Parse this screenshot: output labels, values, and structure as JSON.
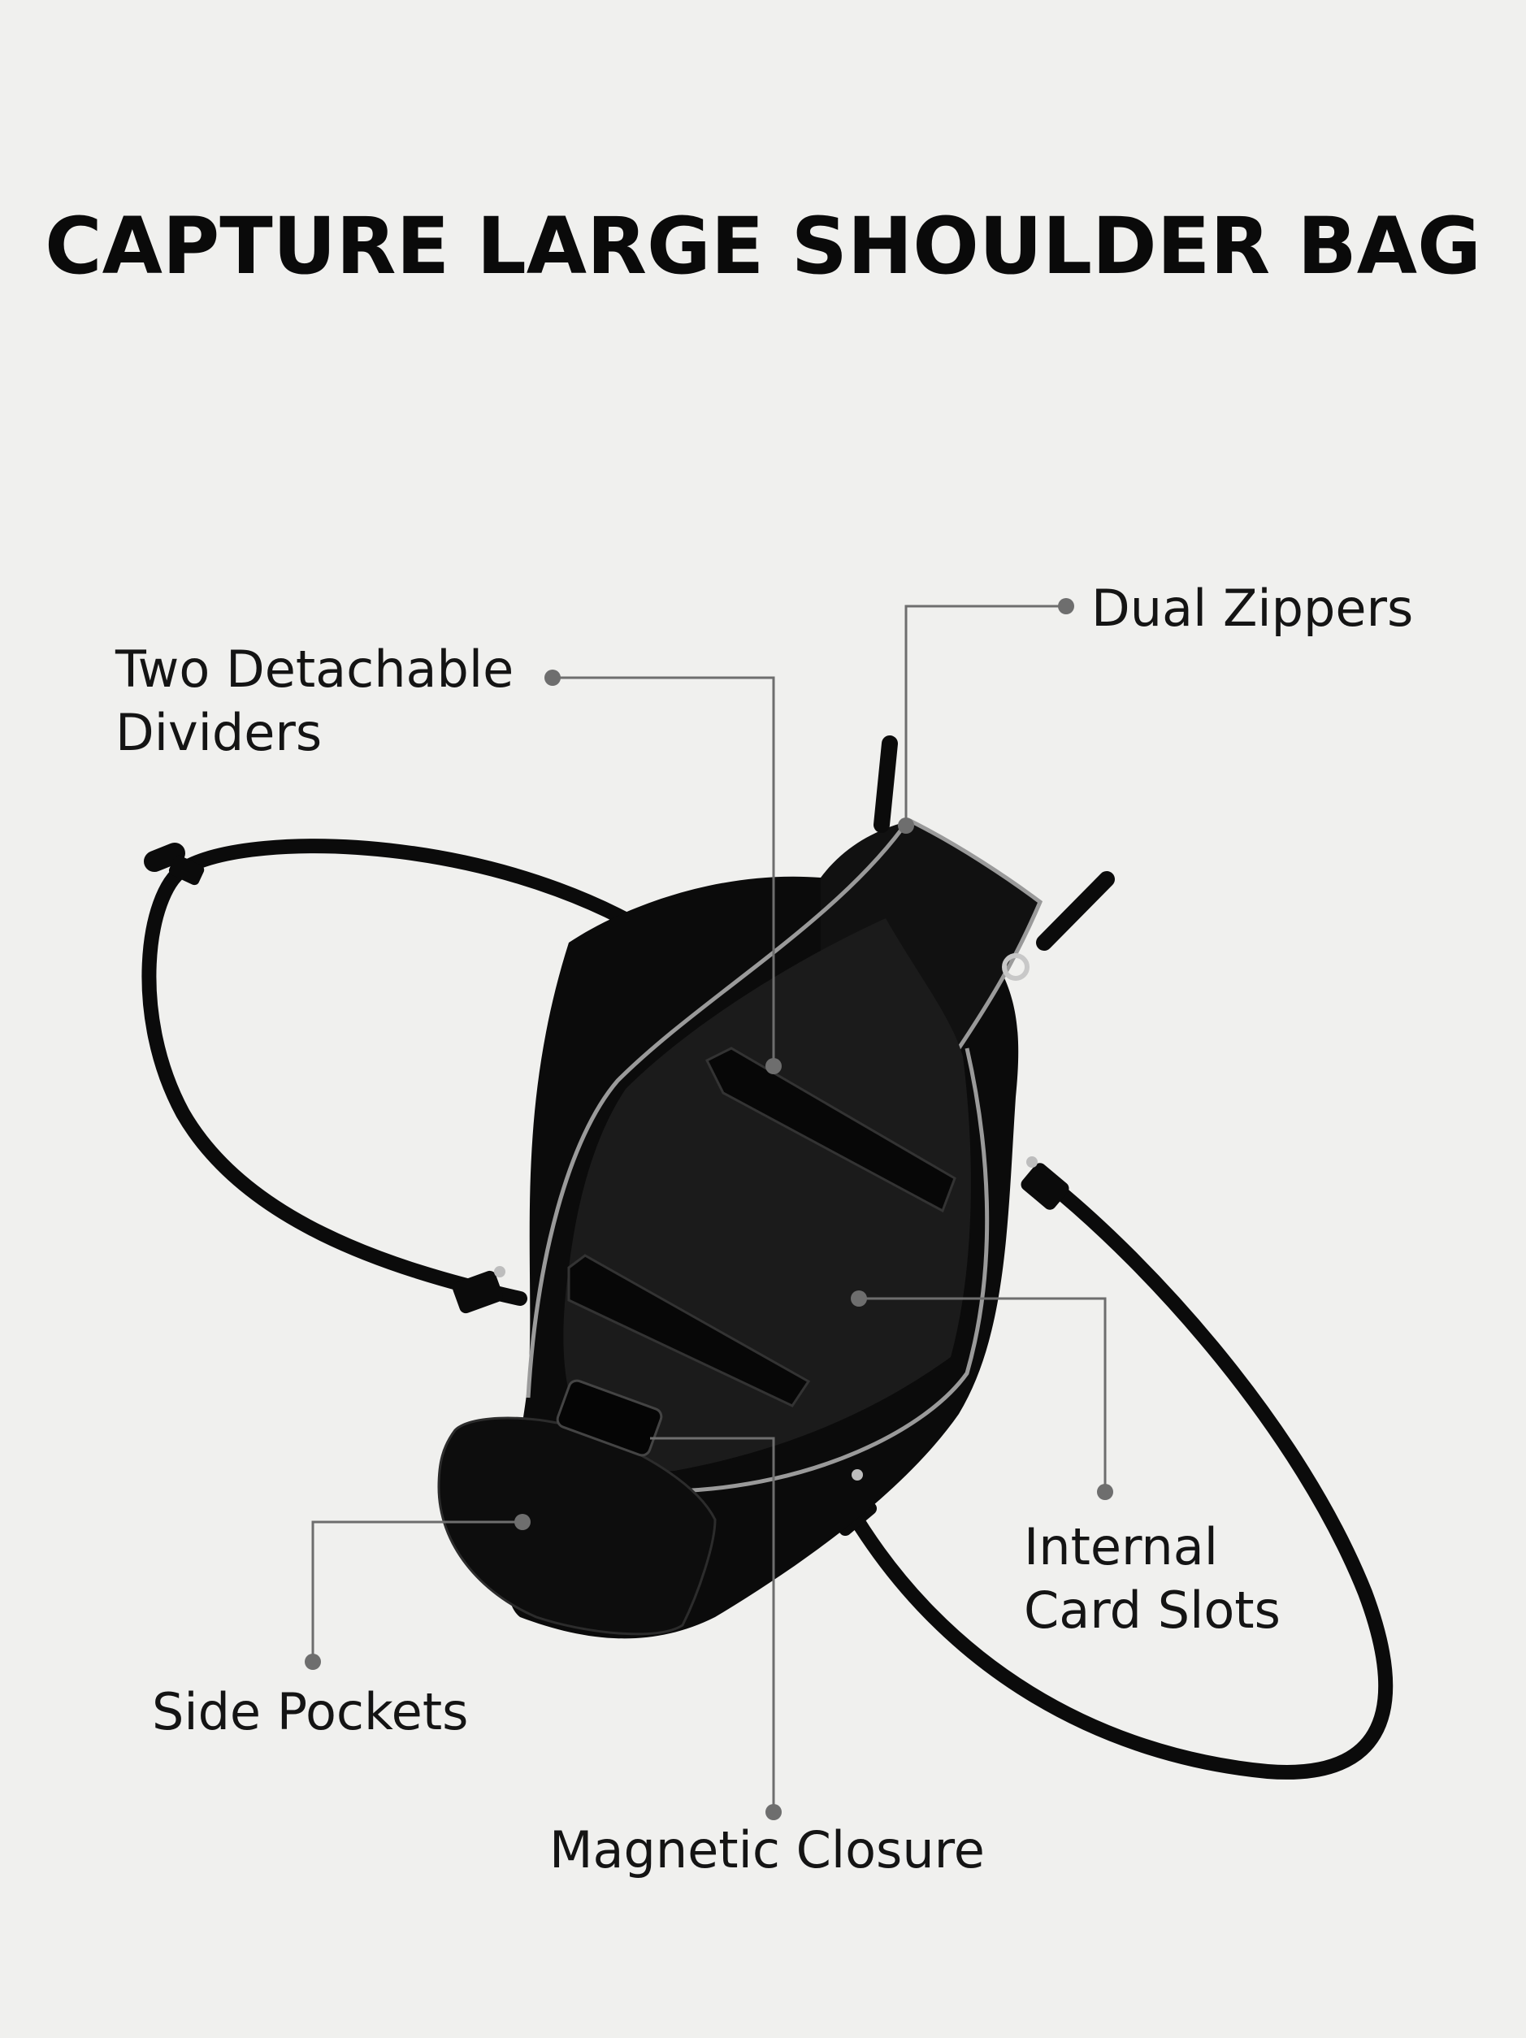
{
  "title": "CAPTURE LARGE SHOULDER BAG",
  "callouts": {
    "dividers": {
      "line1": "Two Detachable",
      "line2": "Dividers"
    },
    "zippers": {
      "line1": "Dual Zippers"
    },
    "cards": {
      "line1": "Internal",
      "line2": "Card Slots"
    },
    "side": {
      "line1": "Side Pockets"
    },
    "magnetic": {
      "line1": "Magnetic Closure"
    }
  },
  "colors": {
    "background": "#f0f0ee",
    "leader_line": "#6e6e6e",
    "bag": "#0b0b0b",
    "text": "#141414"
  }
}
